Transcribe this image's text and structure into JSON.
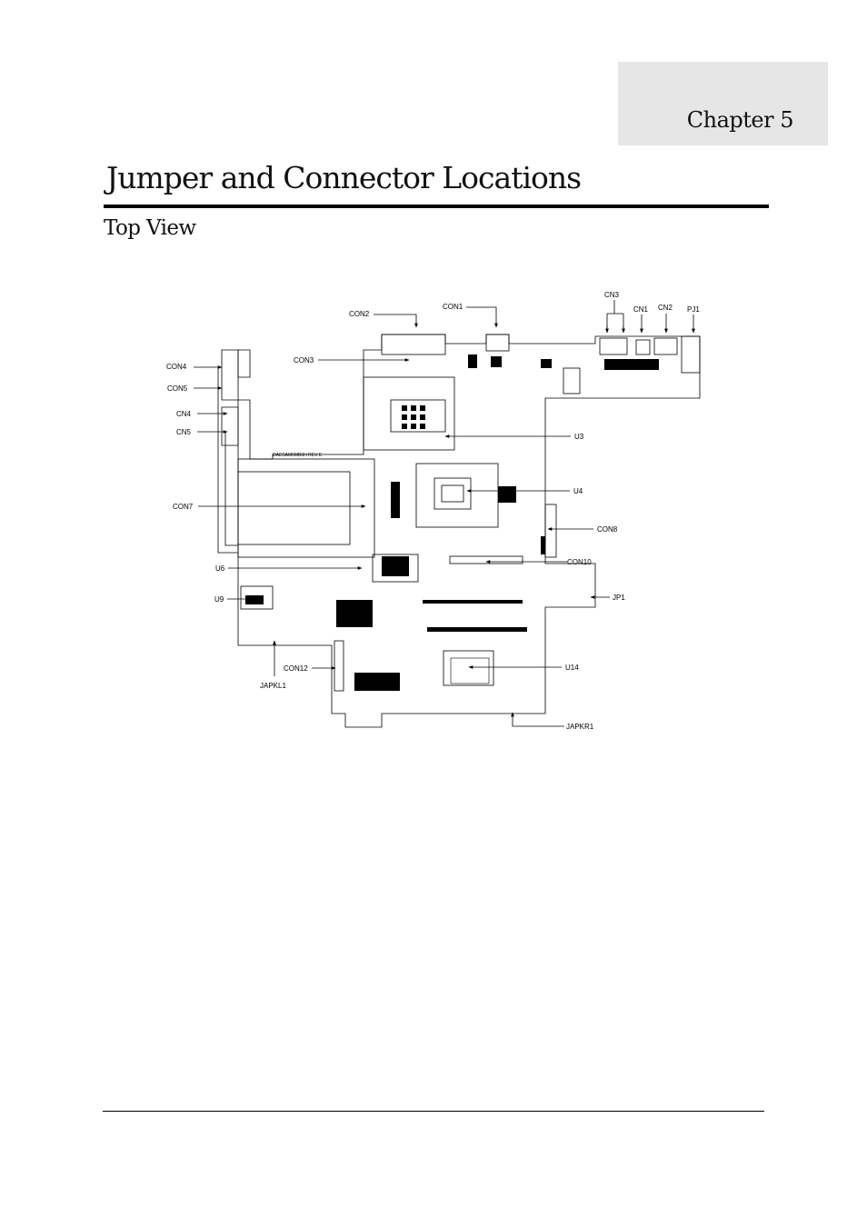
{
  "header": {
    "chapter_label": "Chapter 5"
  },
  "page": {
    "title": "Jumper and Connector Locations",
    "section_title": "Top View"
  },
  "diagram": {
    "board_silkscreen": "DAESAM6MB6H REV E",
    "labels": {
      "con1": "CON1",
      "con2": "CON2",
      "con3_top": "CON3",
      "cn3": "CN3",
      "cn1": "CN1",
      "cn2": "CN2",
      "pj1": "PJ1",
      "con4_a": "CON4",
      "con5_a": "CON5",
      "cn4": "CN4",
      "cn5": "CN5",
      "u3": "U3",
      "u4": "U4",
      "con8": "CON8",
      "con7": "CON7",
      "con10": "CON10",
      "u6": "U6",
      "u9": "U9",
      "jp1": "JP1",
      "con12": "CON12",
      "u14": "U14",
      "japkl1": "JAPKL1",
      "japkr1": "JAPKR1"
    }
  }
}
